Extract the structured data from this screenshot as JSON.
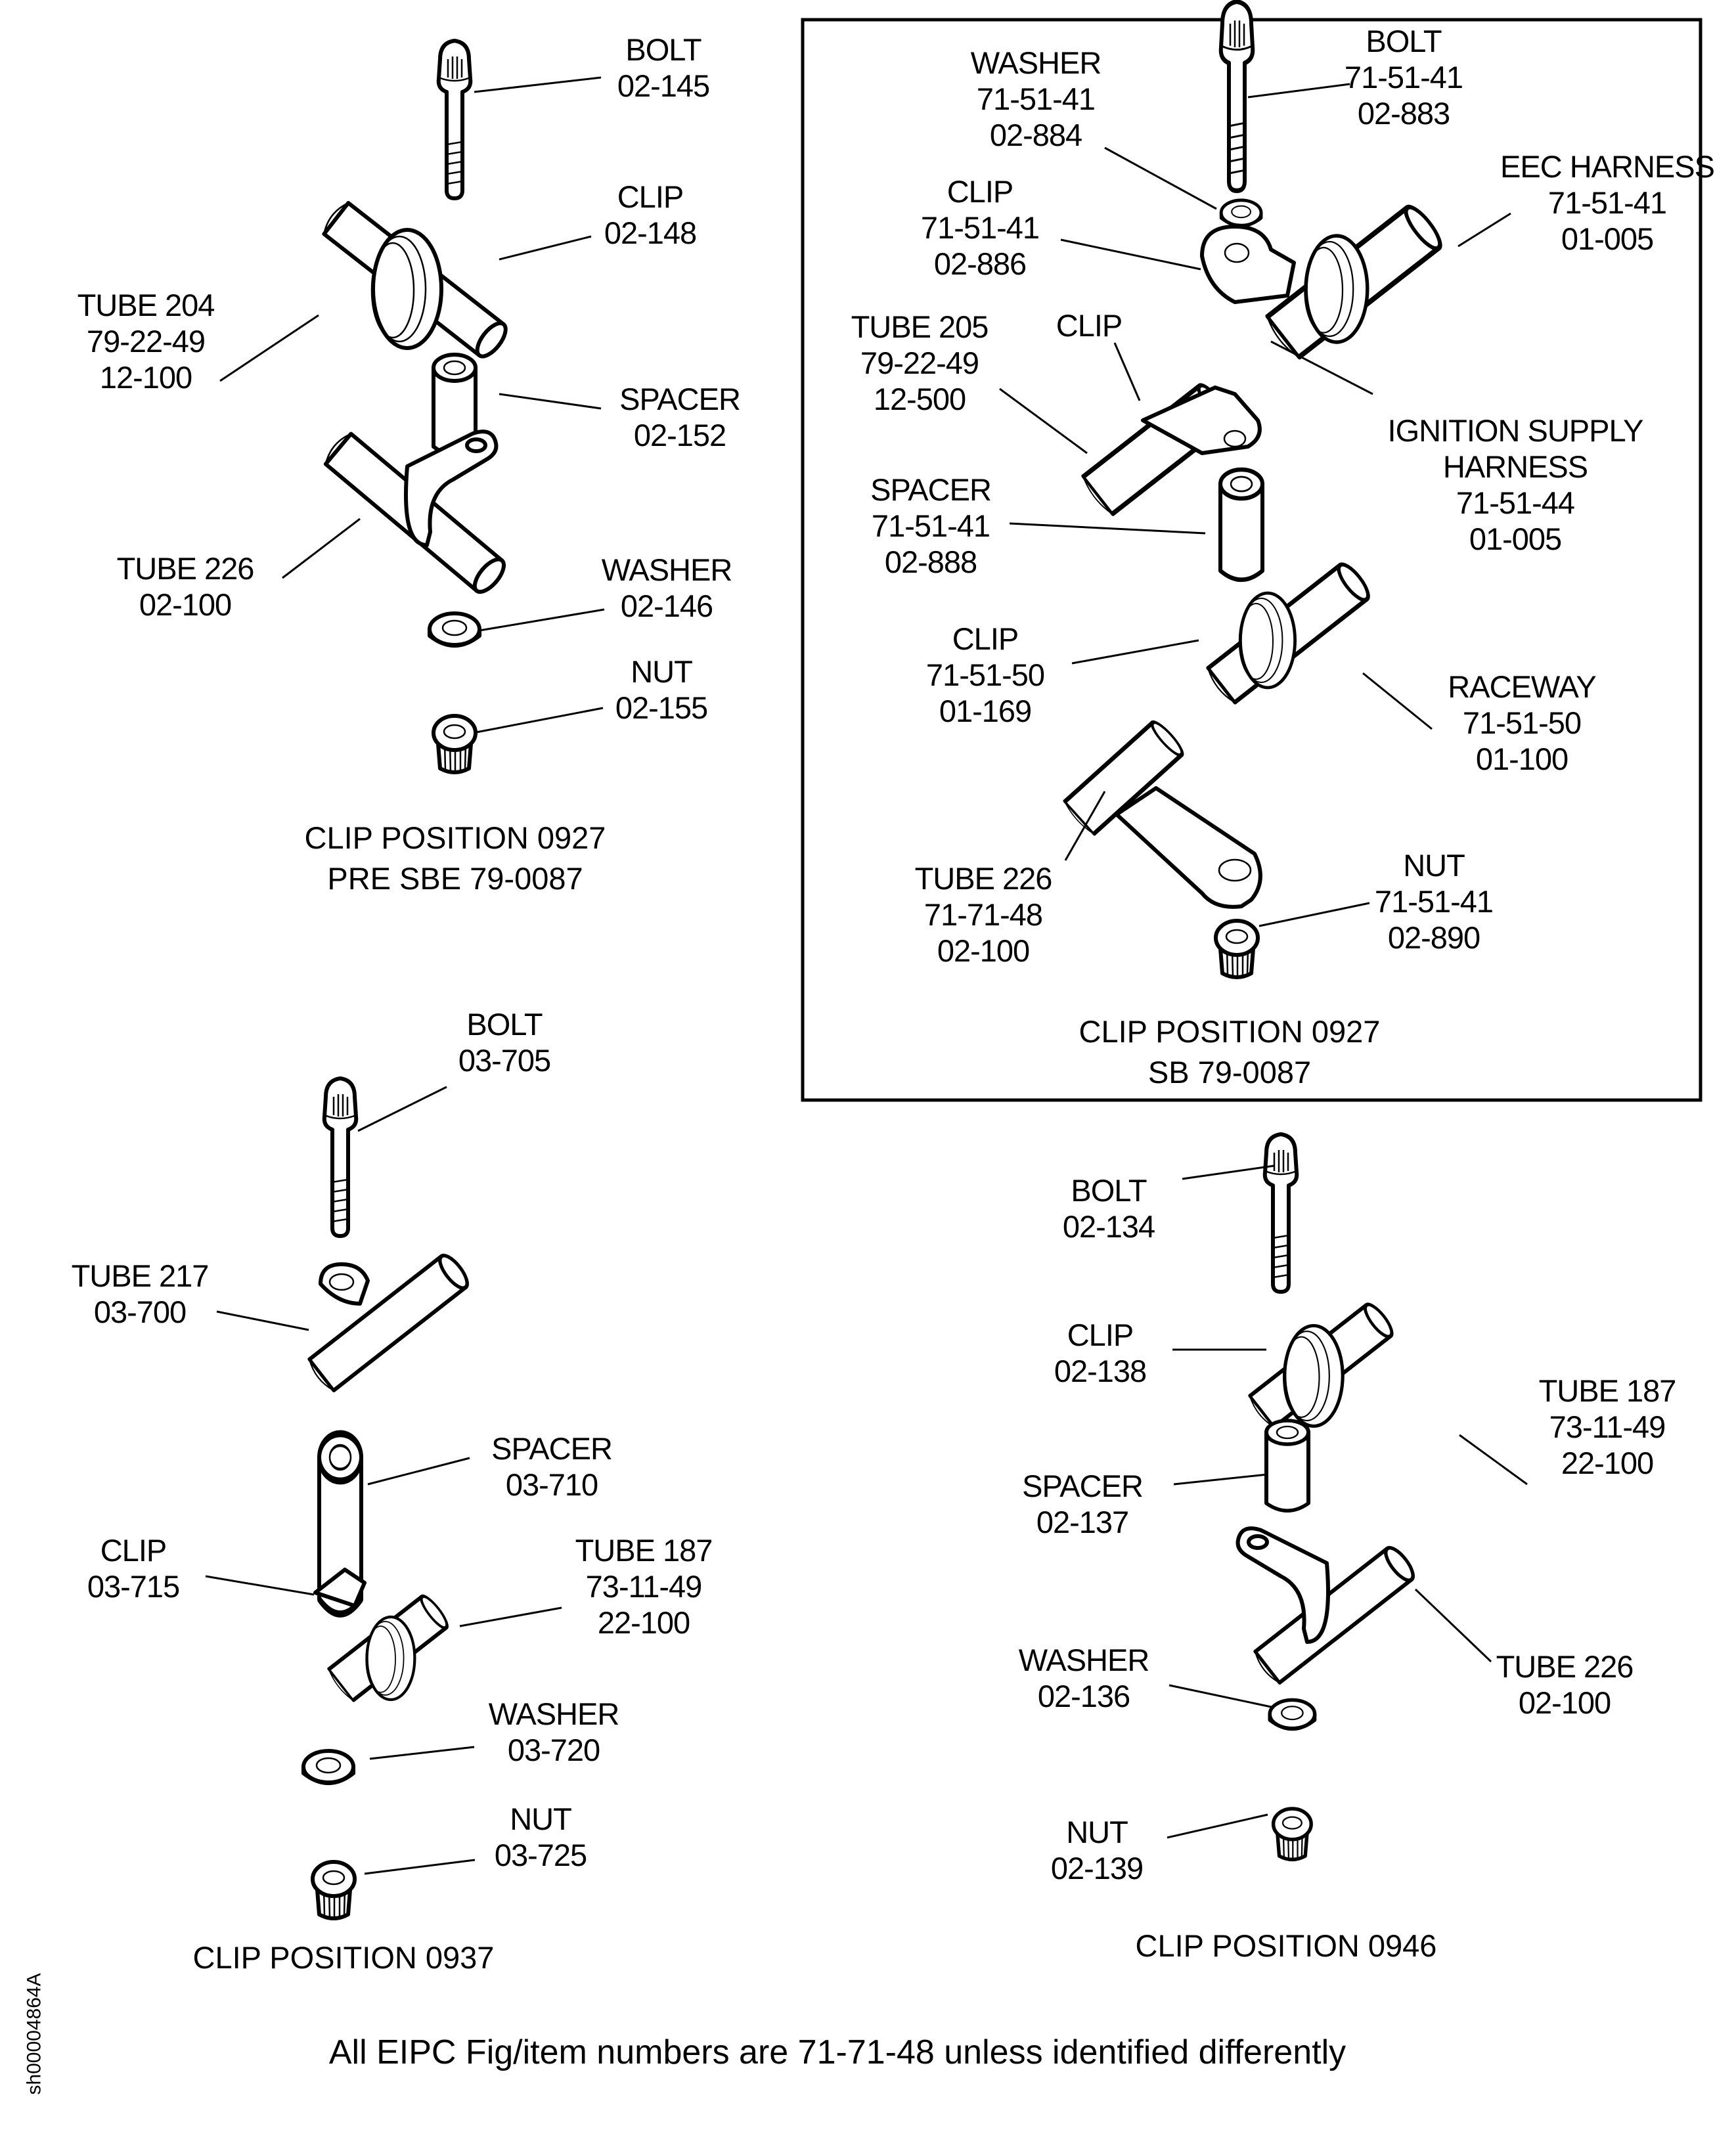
{
  "footer_note": "All EIPC Fig/item numbers are 71-71-48 unless identified differently",
  "document_id": "sh00004864A",
  "groups": {
    "pre_sbe_0927": {
      "caption_line1": "CLIP POSITION 0927",
      "caption_line2": "PRE SBE 79-0087",
      "labels": {
        "bolt": [
          "BOLT",
          "02-145"
        ],
        "clip": [
          "CLIP",
          "02-148"
        ],
        "tube204": [
          "TUBE 204",
          "79-22-49",
          "12-100"
        ],
        "spacer": [
          "SPACER",
          "02-152"
        ],
        "tube226": [
          "TUBE 226",
          "02-100"
        ],
        "washer": [
          "WASHER",
          "02-146"
        ],
        "nut": [
          "NUT",
          "02-155"
        ]
      }
    },
    "sb_0927": {
      "caption_line1": "CLIP POSITION 0927",
      "caption_line2": "SB 79-0087",
      "labels": {
        "washer": [
          "WASHER",
          "71-51-41",
          "02-884"
        ],
        "bolt": [
          "BOLT",
          "71-51-41",
          "02-883"
        ],
        "eec_harness": [
          "EEC HARNESS",
          "71-51-41",
          "01-005"
        ],
        "clip_top": [
          "CLIP",
          "71-51-41",
          "02-886"
        ],
        "tube205": [
          "TUBE 205",
          "79-22-49",
          "12-500"
        ],
        "clip_mid": [
          "CLIP"
        ],
        "ignition_harness": [
          "IGNITION SUPPLY",
          "HARNESS",
          "71-51-44",
          "01-005"
        ],
        "spacer": [
          "SPACER",
          "71-51-41",
          "02-888"
        ],
        "clip_low": [
          "CLIP",
          "71-51-50",
          "01-169"
        ],
        "raceway": [
          "RACEWAY",
          "71-51-50",
          "01-100"
        ],
        "tube226": [
          "TUBE 226",
          "71-71-48",
          "02-100"
        ],
        "nut": [
          "NUT",
          "71-51-41",
          "02-890"
        ]
      }
    },
    "pos_0937": {
      "caption_line1": "CLIP POSITION 0937",
      "labels": {
        "bolt": [
          "BOLT",
          "03-705"
        ],
        "tube217": [
          "TUBE 217",
          "03-700"
        ],
        "spacer": [
          "SPACER",
          "03-710"
        ],
        "clip": [
          "CLIP",
          "03-715"
        ],
        "tube187": [
          "TUBE 187",
          "73-11-49",
          "22-100"
        ],
        "washer": [
          "WASHER",
          "03-720"
        ],
        "nut": [
          "NUT",
          "03-725"
        ]
      }
    },
    "pos_0946": {
      "caption_line1": "CLIP POSITION 0946",
      "labels": {
        "bolt": [
          "BOLT",
          "02-134"
        ],
        "clip": [
          "CLIP",
          "02-138"
        ],
        "tube187": [
          "TUBE 187",
          "73-11-49",
          "22-100"
        ],
        "spacer": [
          "SPACER",
          "02-137"
        ],
        "tube226": [
          "TUBE 226",
          "02-100"
        ],
        "washer": [
          "WASHER",
          "02-136"
        ],
        "nut": [
          "NUT",
          "02-139"
        ]
      }
    }
  }
}
